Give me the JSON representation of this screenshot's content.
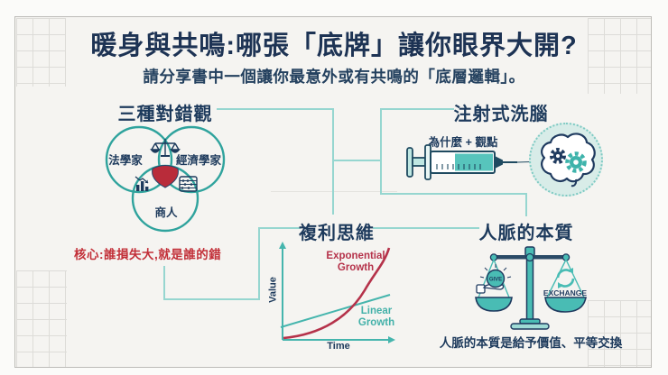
{
  "slide": {
    "title": "暖身與共鳴:哪張「底牌」讓你眼界大開?",
    "subtitle": "請分享書中一個讓你最意外或有共鳴的「底層邏輯」。"
  },
  "sections": {
    "three_views": {
      "heading": "三種對錯觀",
      "venn": {
        "left": "法學家",
        "right": "經濟學家",
        "bottom": "商人"
      },
      "core_note": "核心:誰損失大,就是誰的錯"
    },
    "injection": {
      "heading": "注射式洗腦",
      "syringe_label": "為什麼 + 觀點"
    },
    "compound": {
      "heading": "複利思維",
      "labels": {
        "exponential": "Exponential Growth",
        "linear": "Linear Growth",
        "ylabel": "Value",
        "xlabel": "Time"
      }
    },
    "network": {
      "heading": "人脈的本質",
      "give_label": "GIVE",
      "exchange_label": "EXCHANGE",
      "caption": "人脈的本質是給予價值、平等交換"
    }
  },
  "colors": {
    "navy": "#1d3a5c",
    "teal": "#3eb3ab",
    "connector_teal": "#96d6d0",
    "red": "#b5324a",
    "red_text": "#c22f38",
    "pan_teal": "#49bcb4"
  },
  "chart_data": {
    "type": "line",
    "title": "複利思維",
    "xlabel": "Time",
    "ylabel": "Value",
    "x": [
      0,
      1,
      2,
      3,
      4,
      5,
      6,
      7,
      8,
      9,
      10
    ],
    "series": [
      {
        "name": "Exponential Growth",
        "color": "#b5324a",
        "values": [
          0.5,
          0.8,
          1.2,
          1.9,
          2.9,
          4.5,
          7.0,
          10.8,
          16.7,
          25.8,
          40.0
        ]
      },
      {
        "name": "Linear Growth",
        "color": "#45b5ad",
        "values": [
          3.0,
          4.5,
          6.0,
          7.5,
          9.0,
          10.5,
          12.0,
          13.5,
          15.0,
          16.5,
          18.0
        ]
      }
    ],
    "ylim": [
      0,
      42
    ],
    "grid": false,
    "axis_arrows": true,
    "legend_position": "inline-annotations"
  }
}
